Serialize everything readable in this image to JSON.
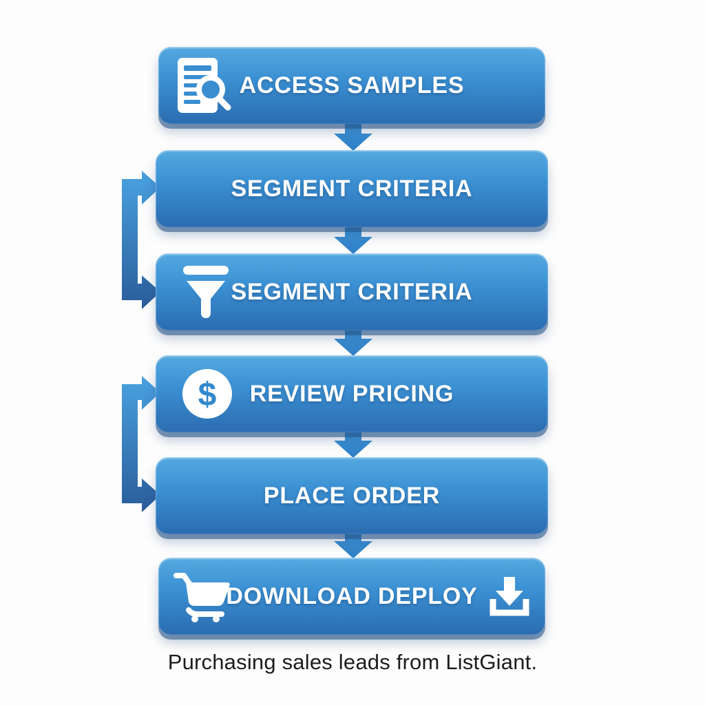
{
  "page": {
    "caption": "Purchasing sales leads from ListGiant.",
    "background": "#fdfdfd"
  },
  "flow": {
    "boxes": [
      {
        "id": "access-samples",
        "label": "ACCESS SAMPLES",
        "icon": "document-search-icon",
        "icon_right": null
      },
      {
        "id": "segment-criteria-1",
        "label": "SEGMENT CRITERIA",
        "icon": null,
        "icon_right": null
      },
      {
        "id": "segment-criteria-2",
        "label": "SEGMENT CRITERIA",
        "icon": "funnel-icon",
        "icon_right": null
      },
      {
        "id": "review-pricing",
        "label": "REVIEW PRICING",
        "icon": "dollar-icon",
        "icon_glyph": "$",
        "icon_right": null
      },
      {
        "id": "place-order",
        "label": "PLACE ORDER",
        "icon": null,
        "icon_right": null
      },
      {
        "id": "download-deploy",
        "label": "DOWNLOAD DEPLOY",
        "icon": "cart-icon",
        "icon_right": "download-icon"
      }
    ],
    "connectors": {
      "down_arrows_count": 5,
      "loop_arrows": [
        {
          "from": "segment-criteria-1",
          "to": "segment-criteria-2",
          "side": "left"
        },
        {
          "from": "review-pricing",
          "to": "place-order",
          "side": "left"
        }
      ]
    }
  },
  "colors": {
    "box_gradient_top": "#55a9e0",
    "box_gradient_bottom": "#2b6cb0",
    "box_shadow": "#225085",
    "down_arrow": "#2f80c6",
    "loop_arrow_top": "#4aa2e0",
    "loop_arrow_bottom": "#2a5c9a",
    "label_text": "#ffffff",
    "icon_fill": "#ffffff",
    "icon_detail_blue": "#3a8ecf",
    "caption_text": "#1d1d1f"
  }
}
